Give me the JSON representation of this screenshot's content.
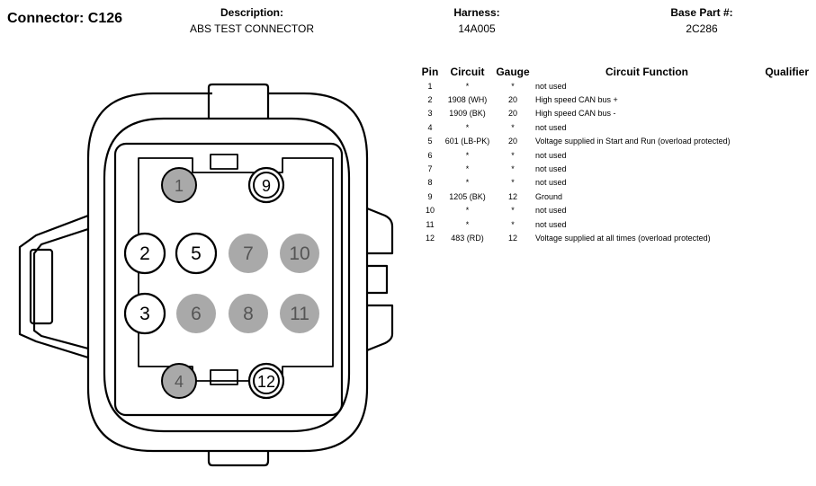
{
  "connector": {
    "label": "Connector:",
    "id": "C126"
  },
  "description": {
    "label": "Description:",
    "value": "ABS TEST CONNECTOR"
  },
  "harness": {
    "label": "Harness:",
    "value": "14A005"
  },
  "base_part": {
    "label": "Base Part #:",
    "value": "2C286"
  },
  "table": {
    "headers": {
      "pin": "Pin",
      "circuit": "Circuit",
      "gauge": "Gauge",
      "function": "Circuit Function",
      "qualifier": "Qualifier"
    },
    "rows": [
      {
        "pin": "1",
        "circuit": "*",
        "gauge": "*",
        "function": "not used"
      },
      {
        "pin": "2",
        "circuit": "1908 (WH)",
        "gauge": "20",
        "function": "High speed CAN bus +"
      },
      {
        "pin": "3",
        "circuit": "1909 (BK)",
        "gauge": "20",
        "function": "High speed CAN bus -"
      },
      {
        "pin": "4",
        "circuit": "*",
        "gauge": "*",
        "function": "not used"
      },
      {
        "pin": "5",
        "circuit": "601 (LB-PK)",
        "gauge": "20",
        "function": "Voltage supplied in Start and Run (overload protected)"
      },
      {
        "pin": "6",
        "circuit": "*",
        "gauge": "*",
        "function": "not used"
      },
      {
        "pin": "7",
        "circuit": "*",
        "gauge": "*",
        "function": "not used"
      },
      {
        "pin": "8",
        "circuit": "*",
        "gauge": "*",
        "function": "not used"
      },
      {
        "pin": "9",
        "circuit": "1205 (BK)",
        "gauge": "12",
        "function": "Ground"
      },
      {
        "pin": "10",
        "circuit": "*",
        "gauge": "*",
        "function": "not used"
      },
      {
        "pin": "11",
        "circuit": "*",
        "gauge": "*",
        "function": "not used"
      },
      {
        "pin": "12",
        "circuit": "483 (RD)",
        "gauge": "12",
        "function": "Voltage supplied at all times (overload protected)"
      }
    ]
  },
  "diagram": {
    "pins": [
      {
        "label": "1",
        "state": "unused",
        "ring": false
      },
      {
        "label": "9",
        "state": "used",
        "ring": true
      },
      {
        "label": "2",
        "state": "used",
        "ring": false
      },
      {
        "label": "5",
        "state": "used",
        "ring": false
      },
      {
        "label": "7",
        "state": "unused",
        "ring": false
      },
      {
        "label": "10",
        "state": "unused",
        "ring": false
      },
      {
        "label": "3",
        "state": "used",
        "ring": false
      },
      {
        "label": "6",
        "state": "unused",
        "ring": false
      },
      {
        "label": "8",
        "state": "unused",
        "ring": false
      },
      {
        "label": "11",
        "state": "unused",
        "ring": false
      },
      {
        "label": "4",
        "state": "unused",
        "ring": false
      },
      {
        "label": "12",
        "state": "used",
        "ring": true
      }
    ],
    "colors": {
      "unused_fill": "#a9a9a9",
      "unused_text": "#555555",
      "line": "#000000"
    }
  }
}
